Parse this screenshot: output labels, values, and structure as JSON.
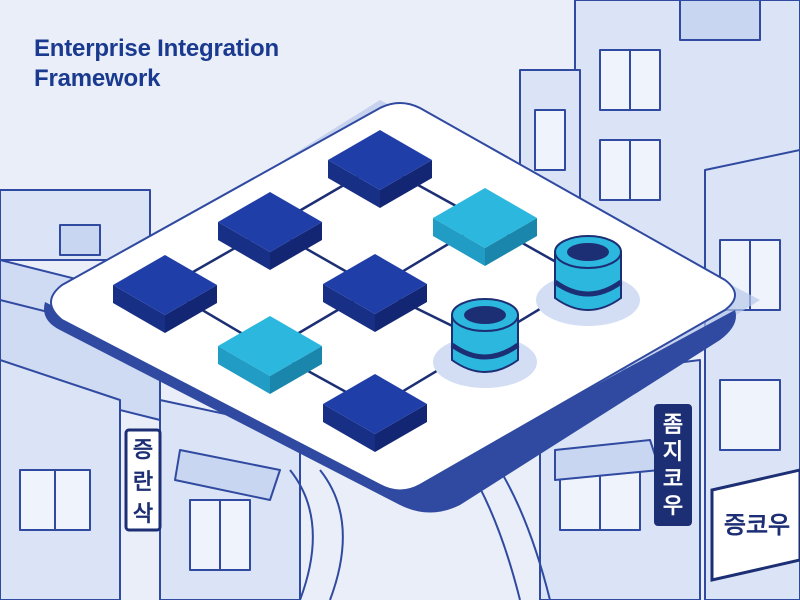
{
  "title": {
    "line1": "Enterprise Integration",
    "line2": "Framework"
  },
  "signs": {
    "left": [
      "증",
      "란",
      "삭"
    ],
    "right_vertical": [
      "좀",
      "지",
      "코",
      "우"
    ],
    "right_horizontal": "증코우"
  },
  "colors": {
    "background": "#e9eef9",
    "building_fill": "#dbe4f6",
    "line": "#2f4aa0",
    "platform": "#ffffff",
    "node_dark": "#1f3ea8",
    "node_light": "#2bb7de",
    "title": "#1a3a8f"
  },
  "nodes": [
    {
      "kind": "block",
      "color": "dark"
    },
    {
      "kind": "block",
      "color": "dark"
    },
    {
      "kind": "block",
      "color": "dark"
    },
    {
      "kind": "block",
      "color": "dark"
    },
    {
      "kind": "block",
      "color": "light"
    },
    {
      "kind": "block",
      "color": "light"
    },
    {
      "kind": "block",
      "color": "dark"
    },
    {
      "kind": "database",
      "color": "light"
    },
    {
      "kind": "database",
      "color": "light"
    }
  ]
}
